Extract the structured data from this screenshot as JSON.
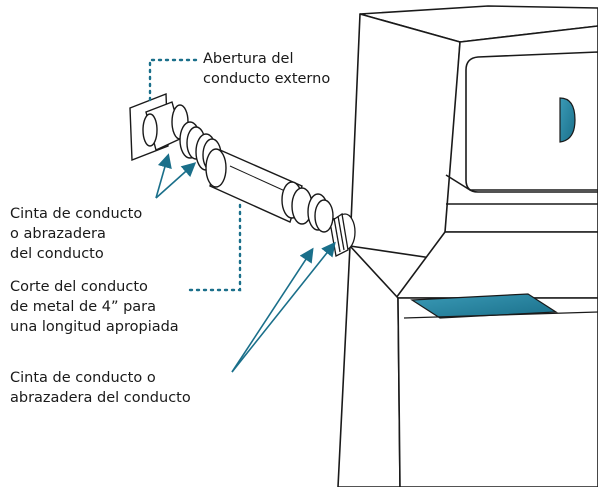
{
  "labels": {
    "abertura": "Abertura del\nconducto externo",
    "cinta_1": "Cinta de conducto\no abrazadera\ndel conducto",
    "corte": "Corte del conducto\nde metal de 4” para\nuna longitud apropiada",
    "cinta_2": "Cinta de conducto o\nabrazadera del conducto"
  },
  "colors": {
    "line": "#1a1a1a",
    "accent": "#1a6f8a",
    "accent_light": "#5fb3c8"
  }
}
